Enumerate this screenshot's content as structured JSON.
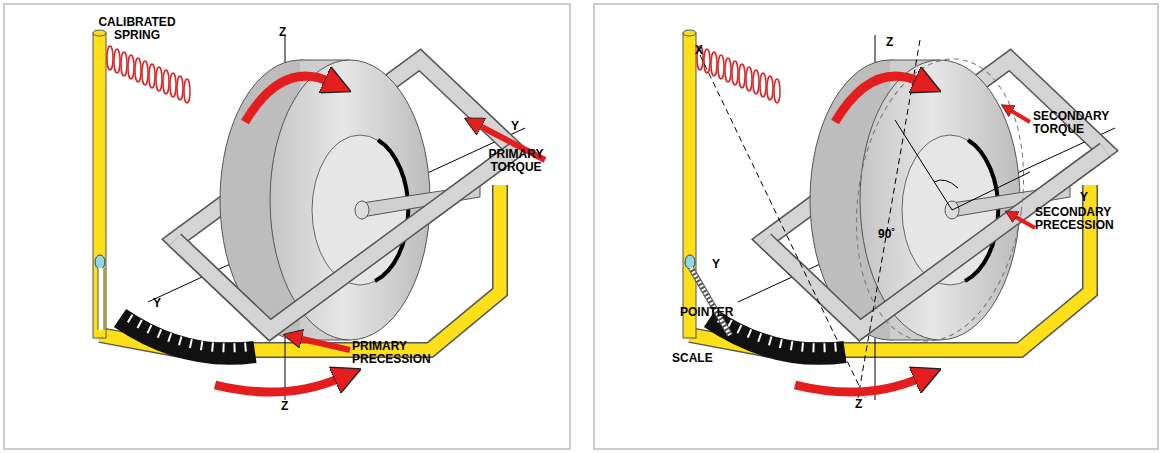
{
  "diagram": {
    "labels": [
      "CALIBRATED SPRING",
      "Z",
      "Y",
      "PRIMARY TORQUE",
      "Y",
      "PRIMARY PRECESSION",
      "Z",
      "X",
      "Z",
      "SECONDARY TORQUE",
      "Y",
      "90˚",
      "SECONDARY PRECESSION",
      "Y",
      "POINTER",
      "SCALE",
      "Z"
    ]
  }
}
